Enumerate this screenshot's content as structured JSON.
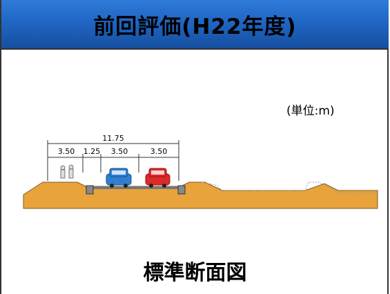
{
  "header": {
    "title": "前回評価(H22年度)"
  },
  "diagram": {
    "unit_label": "(単位:m)",
    "dimensions": {
      "total": "11.75",
      "sidewalk": "3.50",
      "shoulder": "1.25",
      "lane_left": "3.50",
      "lane_right": "3.50"
    },
    "caption": "標準断面図"
  },
  "colors": {
    "header_bg": "#1f64c2",
    "embankment": "#e8a33a",
    "car_blue": "#2f7fd0",
    "car_red": "#e02828"
  }
}
